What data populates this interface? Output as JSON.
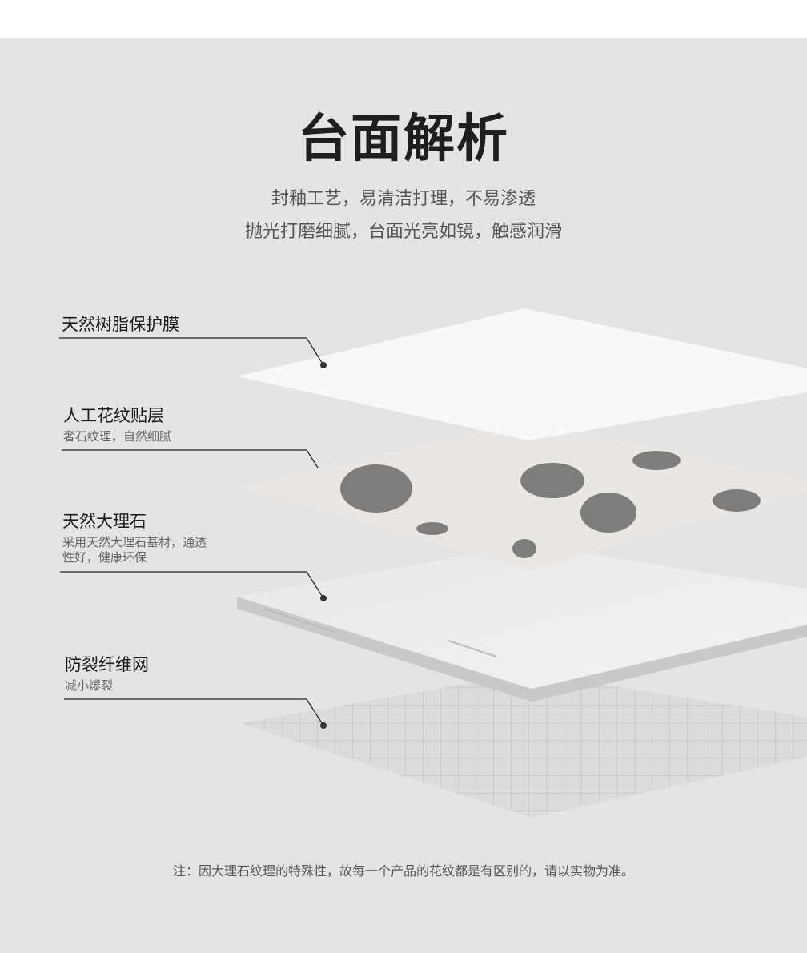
{
  "title": "台面解析",
  "subtitle_lines": [
    "封釉工艺，易清洁打理，不易渗透",
    "抛光打磨细腻，台面光亮如镜，触感润滑"
  ],
  "layers": [
    {
      "label": "天然树脂保护膜",
      "description": ""
    },
    {
      "label": "人工花纹贴层",
      "description": "奢石纹理，自然细腻"
    },
    {
      "label": "天然大理石",
      "description": "采用天然大理石基材，通透性好，健康环保",
      "description_lines": [
        "采用天然大理石基材，通透",
        "性好，健康环保"
      ]
    },
    {
      "label": "防裂纤维网",
      "description": "减小爆裂"
    }
  ],
  "note": "注：因大理石纹理的特殊性，故每一个产品的花纹都是有区别的，请以实物为准。"
}
